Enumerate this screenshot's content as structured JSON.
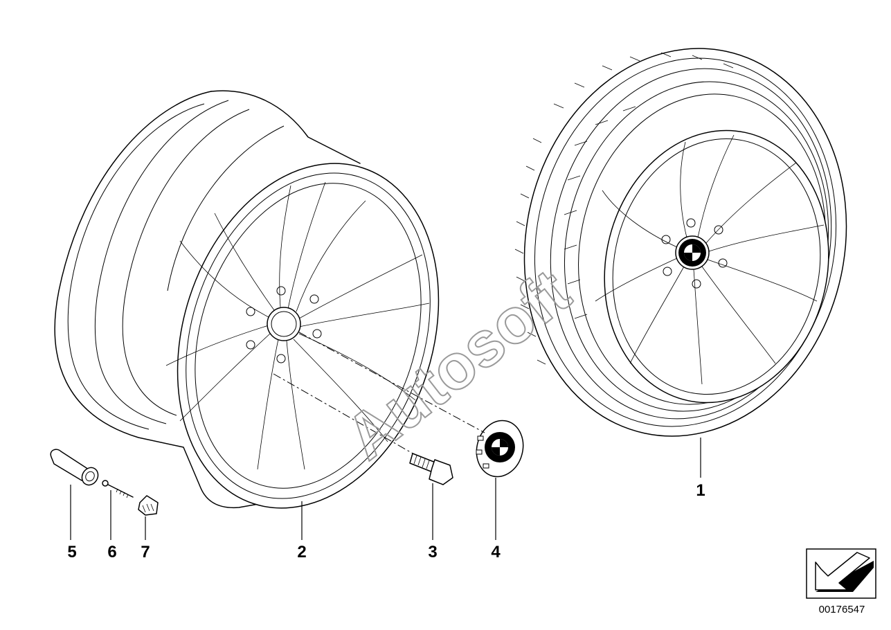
{
  "callouts": [
    {
      "id": "1",
      "label": "1",
      "part": "complete-wheel-with-tyre"
    },
    {
      "id": "2",
      "label": "2",
      "part": "light-alloy-rim"
    },
    {
      "id": "3",
      "label": "3",
      "part": "wheel-bolt"
    },
    {
      "id": "4",
      "label": "4",
      "part": "hub-cap-emblem"
    },
    {
      "id": "5",
      "label": "5",
      "part": "tyre-valve"
    },
    {
      "id": "6",
      "label": "6",
      "part": "valve-insert"
    },
    {
      "id": "7",
      "label": "7",
      "part": "valve-cap"
    }
  ],
  "document_number": "00176547",
  "watermark": "Autosoft",
  "icons": {
    "direction": "direction-arrow-icon",
    "emblem": "roundel-emblem-icon"
  },
  "colors": {
    "line": "#000000",
    "background": "#ffffff",
    "watermark": "#9a9a9a"
  }
}
